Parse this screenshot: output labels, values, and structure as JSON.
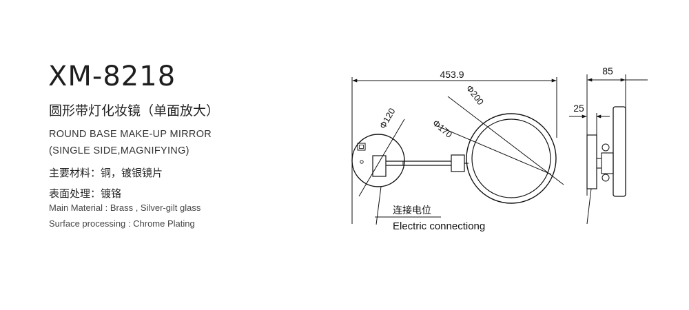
{
  "product": {
    "model": "XM-8218",
    "name_cn": "圆形带灯化妆镜（单面放大）",
    "name_en_line1": "ROUND BASE MAKE-UP MIRROR",
    "name_en_line2": "(SINGLE SIDE,MAGNIFYING)",
    "material_cn": "主要材料：铜，镀银镜片",
    "finish_cn": "表面处理：镀铬",
    "material_en": "Main Material : Brass , Silver-gilt glass",
    "finish_en": "Surface processing : Chrome Plating"
  },
  "diagram": {
    "dim_total_width": "453.9",
    "dim_base_diameter": "Φ120",
    "dim_mirror_outer": "Φ200",
    "dim_mirror_inner": "Φ170",
    "dim_side_depth": "85",
    "dim_side_offset": "25",
    "label_cn": "连接电位",
    "label_en": "Electric connectiong"
  }
}
